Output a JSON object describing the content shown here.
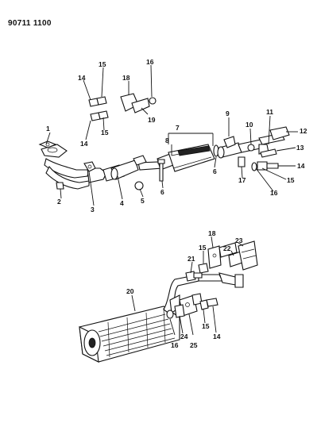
{
  "diagram_code": "90711 1100",
  "callouts": {
    "c1": "1",
    "c2": "2",
    "c3": "3",
    "c4": "4",
    "c5": "5",
    "c6a": "6",
    "c6b": "6",
    "c7": "7",
    "c8": "8",
    "c9": "9",
    "c10": "10",
    "c11": "11",
    "c12": "12",
    "c13": "13",
    "c14a": "14",
    "c14b": "14",
    "c14c": "14",
    "c14d": "14",
    "c15a": "15",
    "c15b": "15",
    "c15c": "15",
    "c15d": "15",
    "c15e": "15",
    "c16a": "16",
    "c16b": "16",
    "c16c": "16",
    "c17": "17",
    "c18a": "18",
    "c18b": "18",
    "c19": "19",
    "c20": "20",
    "c21": "21",
    "c22": "22",
    "c23": "23",
    "c24": "24",
    "c25": "25"
  }
}
